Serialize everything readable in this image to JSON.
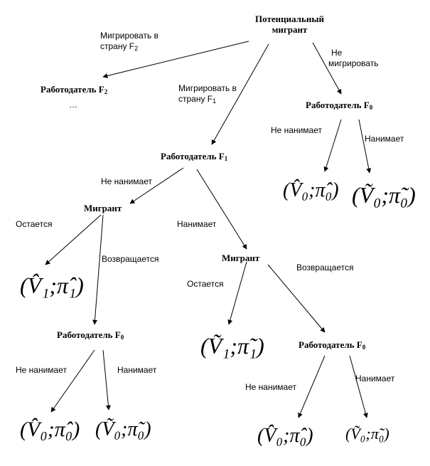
{
  "nodes": {
    "root": [
      "Потенциальный",
      "мигрант"
    ],
    "employer_f2": "Работодатель F",
    "employer_f2_sub": "2",
    "employer_f2_dots": "…",
    "employer_f0_top": "Работодатель F",
    "employer_f0_top_sub": "0",
    "employer_f1": "Работодатель F",
    "employer_f1_sub": "1",
    "migrant_left": "Мигрант",
    "migrant_right": "Мигрант",
    "employer_f0_left": "Работодатель F",
    "employer_f0_left_sub": "0",
    "employer_f0_right": "Работодатель F",
    "employer_f0_right_sub": "0"
  },
  "edge_labels": {
    "migrate_f2": [
      "Мигрировать в",
      "страну F"
    ],
    "migrate_f2_sub": "2",
    "migrate_f1": [
      "Мигрировать в",
      "страну F"
    ],
    "migrate_f1_sub": "1",
    "not_migrate": [
      "Не",
      "мигрировать"
    ],
    "f0top_not_hire": "Не нанимает",
    "f0top_hire": "Нанимает",
    "f1_not_hire": "Не нанимает",
    "f1_hire": "Нанимает",
    "ml_stay": "Остается",
    "ml_return": "Возвращается",
    "mr_stay": "Остается",
    "mr_return": "Возвращается",
    "f0l_not_hire": "Не нанимает",
    "f0l_hire": "Нанимает",
    "f0r_not_hire": "Не нанимает",
    "f0r_hire": "Нанимает"
  },
  "outcomes": {
    "o1": "(V̂₀;π̂₀)",
    "o2": "(Ṽ₀;π̃₀)",
    "o3": "(V̂₁;π̂₁)",
    "o4": "(Ṽ₁;π̃₁)",
    "o5": "(V̂₀;π̂₀)",
    "o6": "(Ṽ₀;π̃₀)",
    "o7": "(V̂₀;π̂₀)",
    "o8": "(Ṽ₀;π̃₀)"
  }
}
